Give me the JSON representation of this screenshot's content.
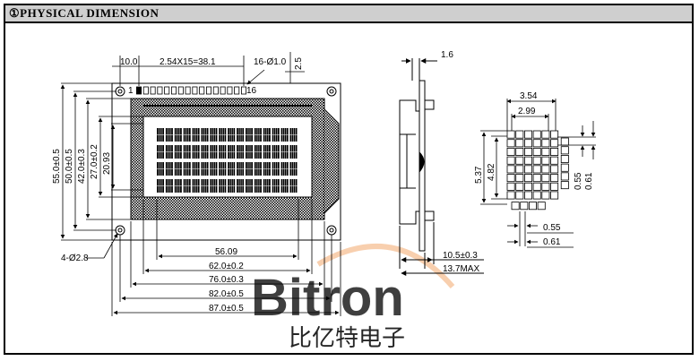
{
  "header": {
    "title": "①PHYSICAL  DIMENSION"
  },
  "front_view": {
    "dims_top": {
      "margin": "10.0",
      "pitch": "2.54X15=38.1",
      "pin_hole": "16-Ø1.0",
      "edge": "2.5"
    },
    "pins": {
      "first": "1",
      "last": "16"
    },
    "dims_left": [
      "55.0±0.5",
      "50.0±0.5",
      "42.0±0.3",
      "27.0±0.2",
      "20.93"
    ],
    "dims_bottom": [
      "56.09",
      "62.0±0.2",
      "76.0±0.3",
      "82.0±0.5",
      "87.0±0.5"
    ],
    "mount_hole": "4-Ø2.8",
    "lcd_rows": 4,
    "lcd_cols": 16
  },
  "side_view": {
    "dims": [
      "1.6",
      "10.5±0.3",
      "13.7MAX"
    ]
  },
  "char_detail": {
    "dims": [
      "3.54",
      "2.99",
      "5.37",
      "4.82",
      "0.55",
      "0.61",
      "0.55",
      "0.61"
    ],
    "dot_cols": 5,
    "dot_rows": 8
  },
  "watermark": {
    "brand": "Bitron",
    "chinese": "比亿特电子"
  },
  "colors": {
    "line": "#000000",
    "header_bg": "#cfcfcf",
    "bezel": "#cccccc",
    "watermark": "#c9d6e6",
    "watermark_accent": "#f3a86b"
  }
}
